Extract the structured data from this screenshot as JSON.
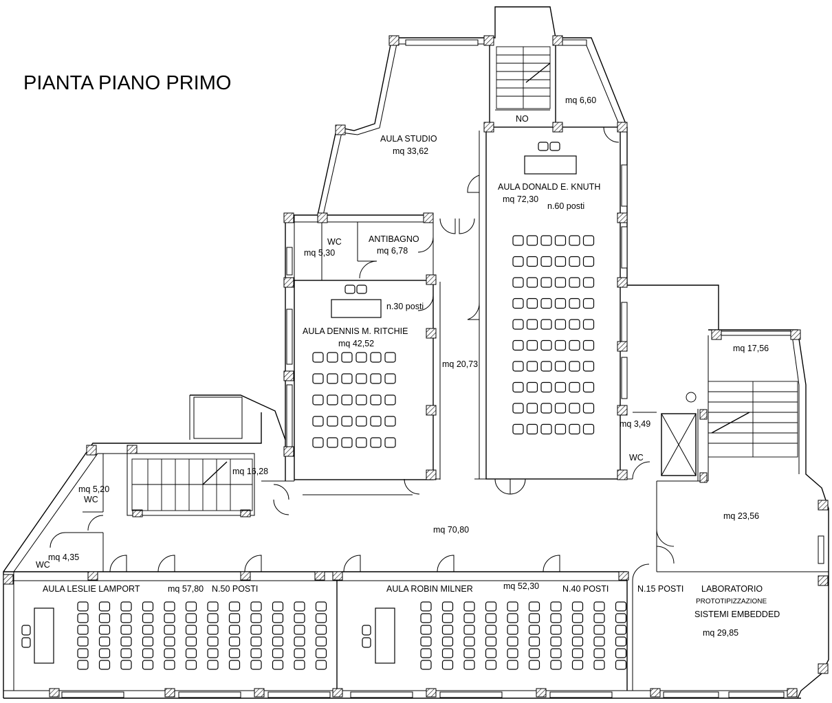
{
  "title": "PIANTA PIANO PRIMO",
  "rooms": {
    "aula_studio": {
      "name": "AULA STUDIO",
      "area": "mq 33,62"
    },
    "stair_top": {
      "label": "NO"
    },
    "small_top_right": {
      "area": "mq 6,60"
    },
    "aula_knuth": {
      "name": "AULA DONALD E. KNUTH",
      "area": "mq 72,30",
      "seats": "n.60 posti"
    },
    "wc_top": {
      "name": "WC",
      "area": "mq 5,30"
    },
    "antibagno": {
      "name": "ANTIBAGNO",
      "area": "mq 6,78"
    },
    "aula_ritchie": {
      "name": "AULA DENNIS M. RITCHIE",
      "area": "mq 42,52",
      "seats": "n.30 posti"
    },
    "corridor_center": {
      "area": "mq 20,73"
    },
    "stair_right": {
      "area": "mq 17,56"
    },
    "small_right": {
      "area": "mq 3,49"
    },
    "wc_right": {
      "name": "WC"
    },
    "lift_hall": {
      "area": "mq 16,28"
    },
    "wc_left_top": {
      "name": "WC",
      "area": "mq 5,20"
    },
    "wc_left_bottom": {
      "name": "WC",
      "area": "mq 4,35"
    },
    "hall": {
      "area": "mq 70,80"
    },
    "room_right": {
      "area": "mq 23,56"
    },
    "aula_lamport": {
      "name": "AULA LESLIE LAMPORT",
      "area": "mq 57,80",
      "seats": "N.50 POSTI"
    },
    "aula_milner": {
      "name": "AULA ROBIN MILNER",
      "area": "mq 52,30",
      "seats": "N.40 POSTI"
    },
    "laboratorio": {
      "seats": "N.15 POSTI",
      "name_line1": "LABORATORIO",
      "name_line2": "PROTOTIPIZZAZIONE",
      "name_line3": "SISTEMI EMBEDDED",
      "area": "mq 29,85"
    }
  }
}
